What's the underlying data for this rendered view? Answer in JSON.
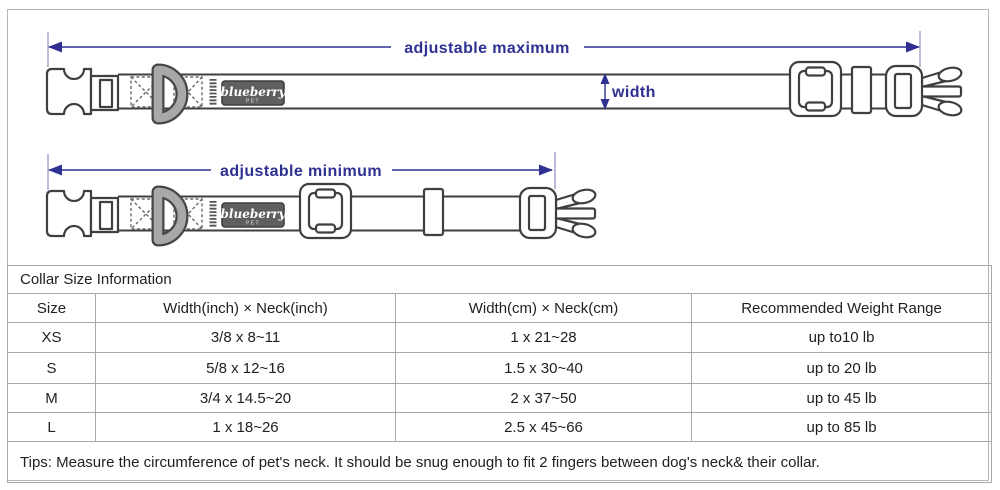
{
  "colors": {
    "accent": "#2e3192",
    "outline": "#3f3f3f",
    "metal_gray": "#a8a8a8",
    "label_bg": "#5f5f5f",
    "table_border": "#a9a9a9"
  },
  "diagram": {
    "max_label": "adjustable maximum",
    "min_label": "adjustable minimum",
    "width_label": "width",
    "brand": "blueberry",
    "brand_sub": "PET"
  },
  "table": {
    "title": "Collar Size Information",
    "columns": [
      "Size",
      "Width(inch) × Neck(inch)",
      "Width(cm) × Neck(cm)",
      "Recommended Weight Range"
    ],
    "rows": [
      [
        "XS",
        "3/8 x 8~11",
        "1 x 21~28",
        "up to10 lb"
      ],
      [
        "S",
        "5/8 x 12~16",
        "1.5 x 30~40",
        "up to 20 lb"
      ],
      [
        "M",
        "3/4 x 14.5~20",
        "2 x 37~50",
        "up to 45 lb"
      ],
      [
        "L",
        "1 x 18~26",
        "2.5 x 45~66",
        "up to 85 lb"
      ]
    ],
    "tips": "Tips: Measure the circumference of pet's neck. It should be snug enough to fit 2 fingers between dog's neck& their collar."
  }
}
